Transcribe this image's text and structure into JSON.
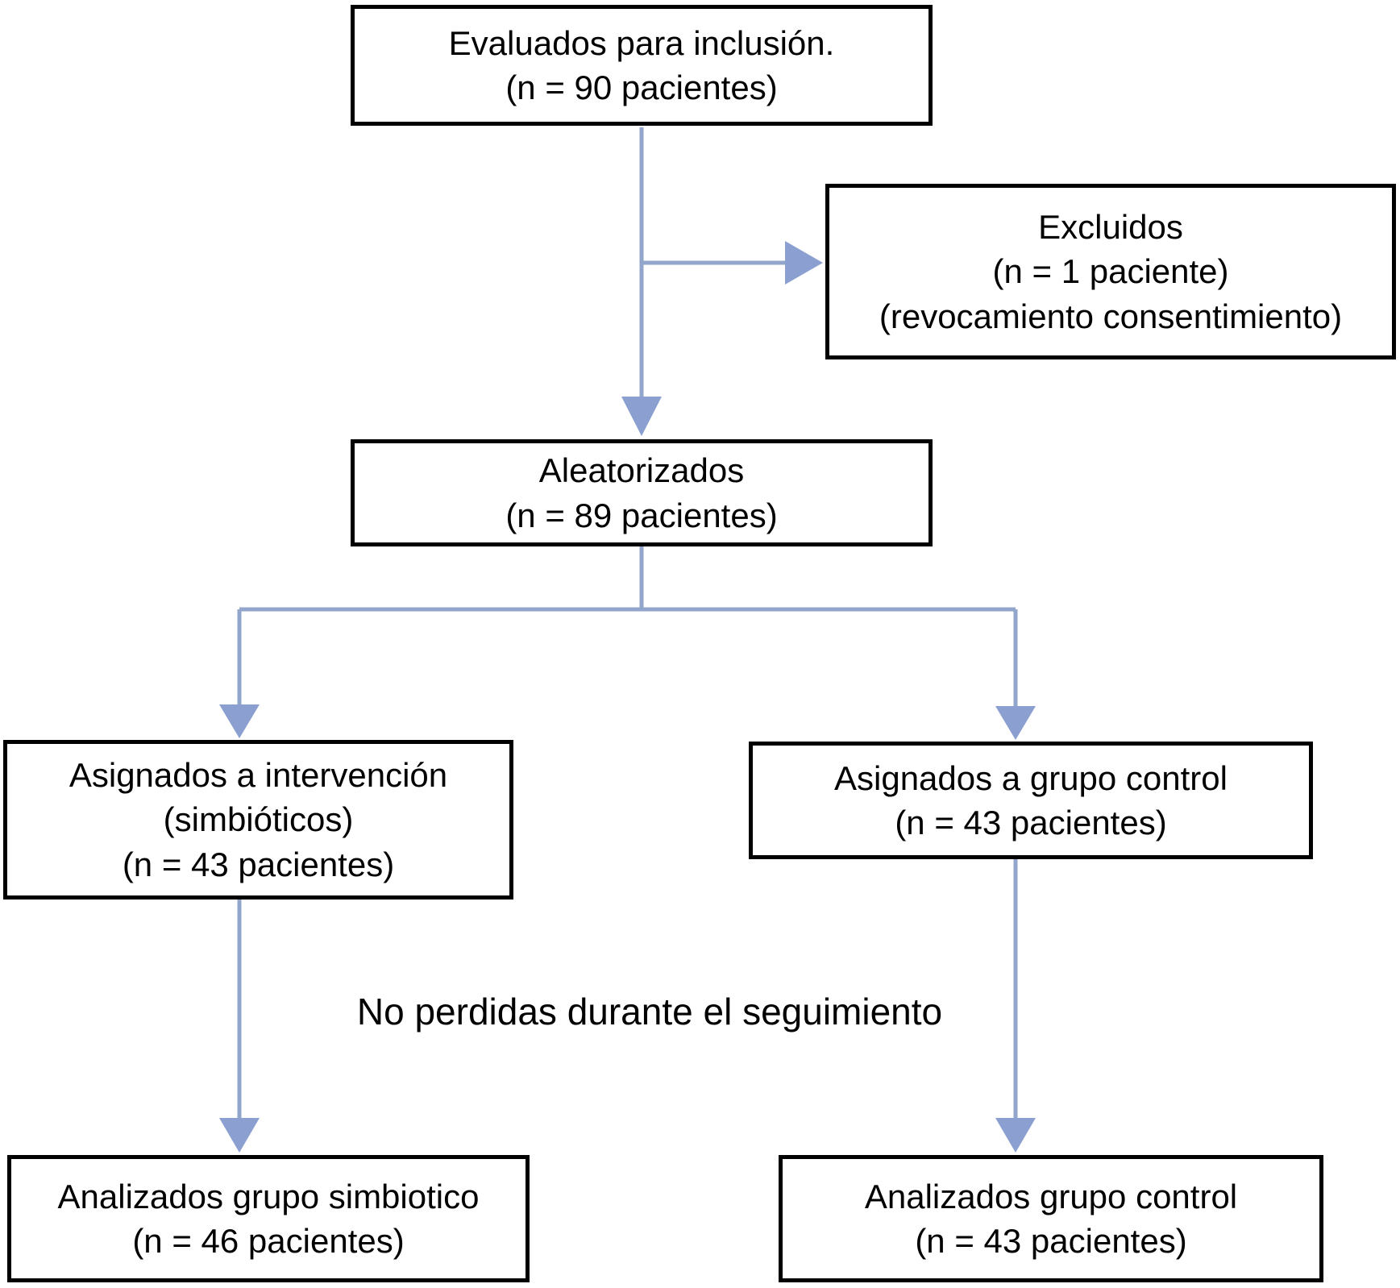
{
  "diagram": {
    "type": "flowchart",
    "subtype": "consort-patient-flow",
    "language": "es",
    "colors": {
      "connector": "#92A6CC",
      "arrowhead": "#8BA0D0",
      "box_border": "#000000",
      "box_fill": "#FFFFFF",
      "text": "#000000",
      "background": "#FFFFFF"
    },
    "nodes": {
      "evaluados": {
        "lines": [
          "Evaluados para inclusión.",
          "(n = 90 pacientes)"
        ],
        "n": 90
      },
      "excluidos": {
        "lines": [
          "Excluidos",
          "(n = 1 paciente)",
          "(revocamiento consentimiento)"
        ],
        "n": 1
      },
      "aleatorizados": {
        "lines": [
          "Aleatorizados",
          "(n = 89 pacientes)"
        ],
        "n": 89
      },
      "intervencion": {
        "lines": [
          "Asignados a intervención",
          "(simbióticos)",
          "(n = 43 pacientes)"
        ],
        "n": 43
      },
      "control": {
        "lines": [
          "Asignados a grupo control",
          "(n = 43 pacientes)"
        ],
        "n": 43
      },
      "analizados_simbiotico": {
        "lines": [
          "Analizados grupo simbiotico",
          "(n = 46 pacientes)"
        ],
        "n": 46
      },
      "analizados_control": {
        "lines": [
          "Analizados grupo control",
          "(n = 43 pacientes)"
        ],
        "n": 43
      }
    },
    "note": "No perdidas durante el seguimiento",
    "edges": [
      {
        "from": "evaluados",
        "to": "aleatorizados"
      },
      {
        "from": "evaluados",
        "to": "excluidos"
      },
      {
        "from": "aleatorizados",
        "to": "intervencion"
      },
      {
        "from": "aleatorizados",
        "to": "control"
      },
      {
        "from": "intervencion",
        "to": "analizados_simbiotico"
      },
      {
        "from": "control",
        "to": "analizados_control"
      }
    ]
  }
}
